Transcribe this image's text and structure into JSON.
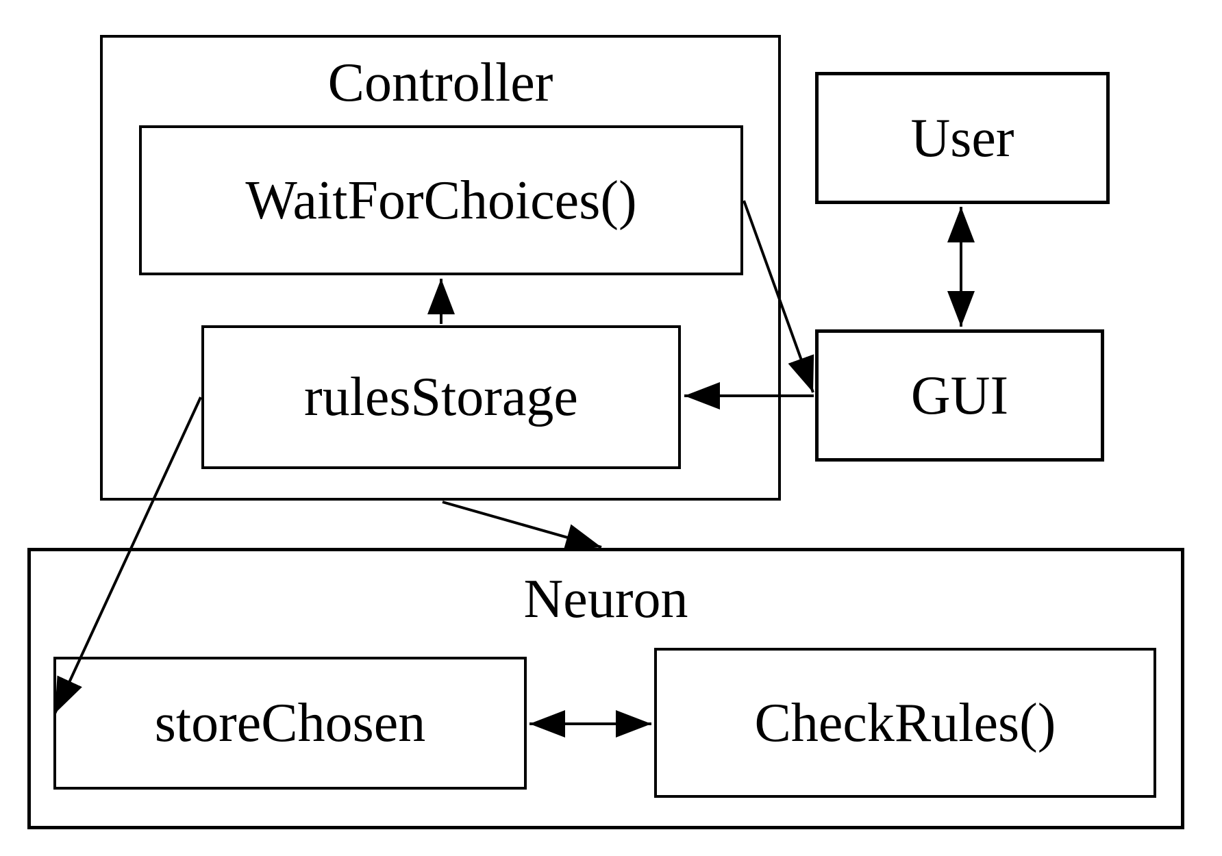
{
  "diagram": {
    "kind": "component-architecture-diagram",
    "colors": {
      "background": "#ffffff",
      "stroke": "#000000",
      "text": "#000000"
    },
    "containers": {
      "controller": {
        "label": "Controller"
      },
      "neuron": {
        "label": "Neuron"
      }
    },
    "nodes": {
      "wait_for_choices": {
        "label": "WaitForChoices()",
        "parent": "Controller"
      },
      "rules_storage": {
        "label": "rulesStorage",
        "parent": "Controller"
      },
      "user": {
        "label": "User"
      },
      "gui": {
        "label": "GUI"
      },
      "store_chosen": {
        "label": "storeChosen",
        "parent": "Neuron"
      },
      "check_rules": {
        "label": "CheckRules()",
        "parent": "Neuron"
      }
    },
    "edges": [
      {
        "from": "rulesStorage",
        "to": "WaitForChoices()",
        "style": "arrow"
      },
      {
        "from": "WaitForChoices()",
        "to": "GUI",
        "style": "arrow"
      },
      {
        "from": "GUI",
        "to": "rulesStorage",
        "style": "arrow"
      },
      {
        "from": "User",
        "to": "GUI",
        "style": "double-arrow"
      },
      {
        "from": "rulesStorage",
        "to": "storeChosen",
        "style": "arrow"
      },
      {
        "from": "Controller",
        "to": "Neuron",
        "style": "arrow"
      },
      {
        "from": "storeChosen",
        "to": "CheckRules()",
        "style": "double-arrow"
      }
    ]
  }
}
